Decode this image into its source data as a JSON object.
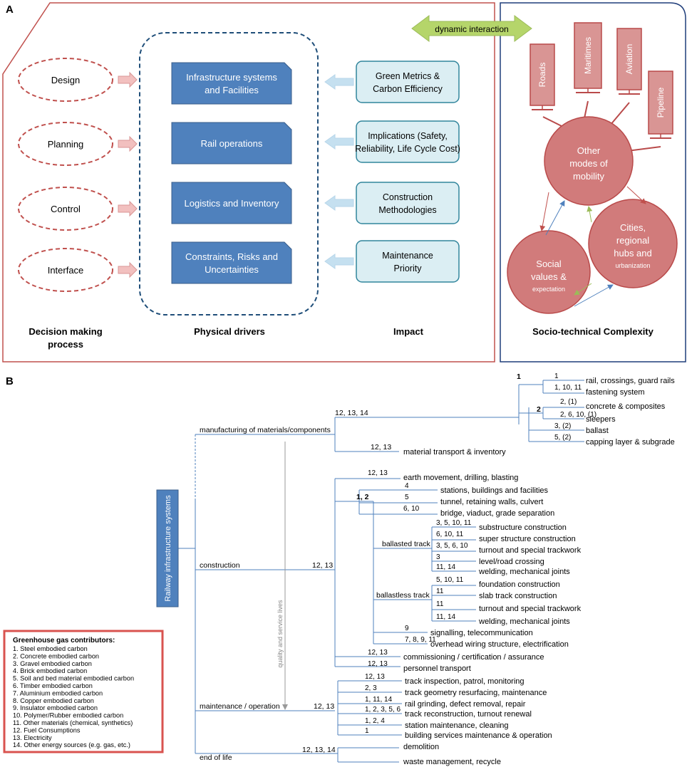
{
  "panel_a": {
    "letter": "A",
    "decision": [
      "Design",
      "Planning",
      "Control",
      "Interface"
    ],
    "drivers": [
      [
        "Infrastructure systems",
        "and Facilities"
      ],
      [
        "Rail operations"
      ],
      [
        "Logistics and Inventory"
      ],
      [
        "Constraints, Risks and",
        "Uncertainties"
      ]
    ],
    "impacts": [
      [
        "Green Metrics &",
        "Carbon Efficiency"
      ],
      [
        "Implications (Safety,",
        "Reliability, Life Cycle Cost)"
      ],
      [
        "Construction",
        "Methodologies"
      ],
      [
        "Maintenance",
        "Priority"
      ]
    ],
    "arrow_label": "dynamic interaction",
    "modes": [
      "Roads",
      "Maritimes",
      "Aviation",
      "Pipeline"
    ],
    "circle_other": [
      "Other",
      "modes of",
      "mobility"
    ],
    "circle_cities": [
      "Cities,",
      "regional",
      "hubs and",
      "urbanization"
    ],
    "circle_social": [
      "Social",
      "values &",
      "expectation"
    ],
    "headings": {
      "decision": [
        "Decision making",
        "process"
      ],
      "drivers": "Physical drivers",
      "impact": "Impact",
      "socio": "Socio-technical Complexity"
    },
    "colors": {
      "frame": "#c0504d",
      "socio_frame": "#1f3d7a",
      "driver_fill": "#4f81bd",
      "impact_fill": "#dbeef3",
      "mode_fill": "#d99594",
      "arrow_green": "#b5d56a"
    }
  },
  "panel_b": {
    "letter": "B",
    "root": "Railway infrastructure systems",
    "vertical_note": "quality and service lives",
    "branches": {
      "manufacturing": "manufacturing of materials/components",
      "construction": "construction",
      "maintenance": "maintenance / operation",
      "end_of_life": "end of life"
    },
    "numbers": {
      "manuf_main": "12, 13, 14",
      "manuf_transport": "12, 13",
      "construction_main": "12, 13",
      "maint_main": "12, 13",
      "eol_main": "12, 13, 14",
      "sub1": "1",
      "sub2": "2",
      "cons_sub": "1, 2"
    },
    "manufacturing_items": [
      {
        "num": "1",
        "label": "rail, crossings, guard rails"
      },
      {
        "num": "1, 10, 11",
        "label": "fastening system"
      },
      {
        "num": "2, (1)",
        "label": "concrete & composites"
      },
      {
        "num": "2, 6, 10, (1)",
        "label": "sleepers"
      },
      {
        "num": "3, (2)",
        "label": "ballast"
      },
      {
        "num": "5, (2)",
        "label": "capping layer & subgrade"
      },
      {
        "num": "12, 13",
        "label": "material transport & inventory"
      }
    ],
    "construction_items": [
      {
        "num": "12, 13",
        "label": "earth movement, drilling, blasting"
      },
      {
        "num": "4",
        "label": "stations, buildings and facilities"
      },
      {
        "num": "5",
        "label": "tunnel, retaining walls, culvert"
      },
      {
        "num": "6, 10",
        "label": "bridge, viaduct, grade separation"
      },
      {
        "num": "9",
        "label": "signalling, telecommunication"
      },
      {
        "num": "7, 8, 9, 11",
        "label": "overhead wiring structure, electrification"
      },
      {
        "num": "12, 13",
        "label": "commissioning  / certification / assurance"
      },
      {
        "num": "12, 13",
        "label": "personnel transport"
      }
    ],
    "ballasted_label": "ballasted track",
    "ballasted_items": [
      {
        "num": "3, 5, 10, 11",
        "label": "substructure construction"
      },
      {
        "num": "6, 10, 11",
        "label": "super structure construction"
      },
      {
        "num": "3, 5, 6, 10",
        "label": "turnout and special trackwork"
      },
      {
        "num": "3",
        "label": "level/road crossing"
      },
      {
        "num": "11, 14",
        "label": "welding, mechanical joints"
      }
    ],
    "ballastless_label": "ballastless track",
    "ballastless_items": [
      {
        "num": "5, 10, 11",
        "label": "foundation construction"
      },
      {
        "num": "11",
        "label": "slab track construction"
      },
      {
        "num": "11",
        "label": "turnout and special trackwork"
      },
      {
        "num": "11, 14",
        "label": "welding, mechanical joints"
      }
    ],
    "maintenance_items": [
      {
        "num": "12, 13",
        "label": "track inspection, patrol, monitoring"
      },
      {
        "num": "2, 3",
        "label": "track geometry resurfacing, maintenance"
      },
      {
        "num": "1, 11, 14",
        "label": "rail grinding, defect removal,  repair"
      },
      {
        "num": "1, 2, 3, 5, 6",
        "label": "track reconstruction, turnout renewal"
      },
      {
        "num": "1, 2, 4",
        "label": "station maintenance,  cleaning"
      },
      {
        "num": "1",
        "label": "building services maintenance  & operation"
      }
    ],
    "eol_items": [
      "demolition",
      "waste management,  recycle"
    ],
    "legend_title": "Greenhouse gas contributors",
    "legend": [
      "1. Steel embodied carbon",
      "2. Concrete embodied carbon",
      "3. Gravel embodied carbon",
      "4. Brick embodied carbon",
      "5. Soil and bed material embodied carbon",
      "6. Timber embodied carbon",
      "7. Aluminium embodied carbon",
      "8. Copper embodied carbon",
      "9. Insulator embodied carbon",
      "10. Polymer/Rubber embodied carbon",
      "11. Other materials (chemical, synthetics)",
      "12. Fuel Consumptions",
      "13. Electricity",
      "14. Other energy sources (e.g. gas, etc.)"
    ],
    "colors": {
      "line": "#4f81bd",
      "root_fill": "#4f81bd",
      "legend_frame": "#d9534f"
    }
  }
}
